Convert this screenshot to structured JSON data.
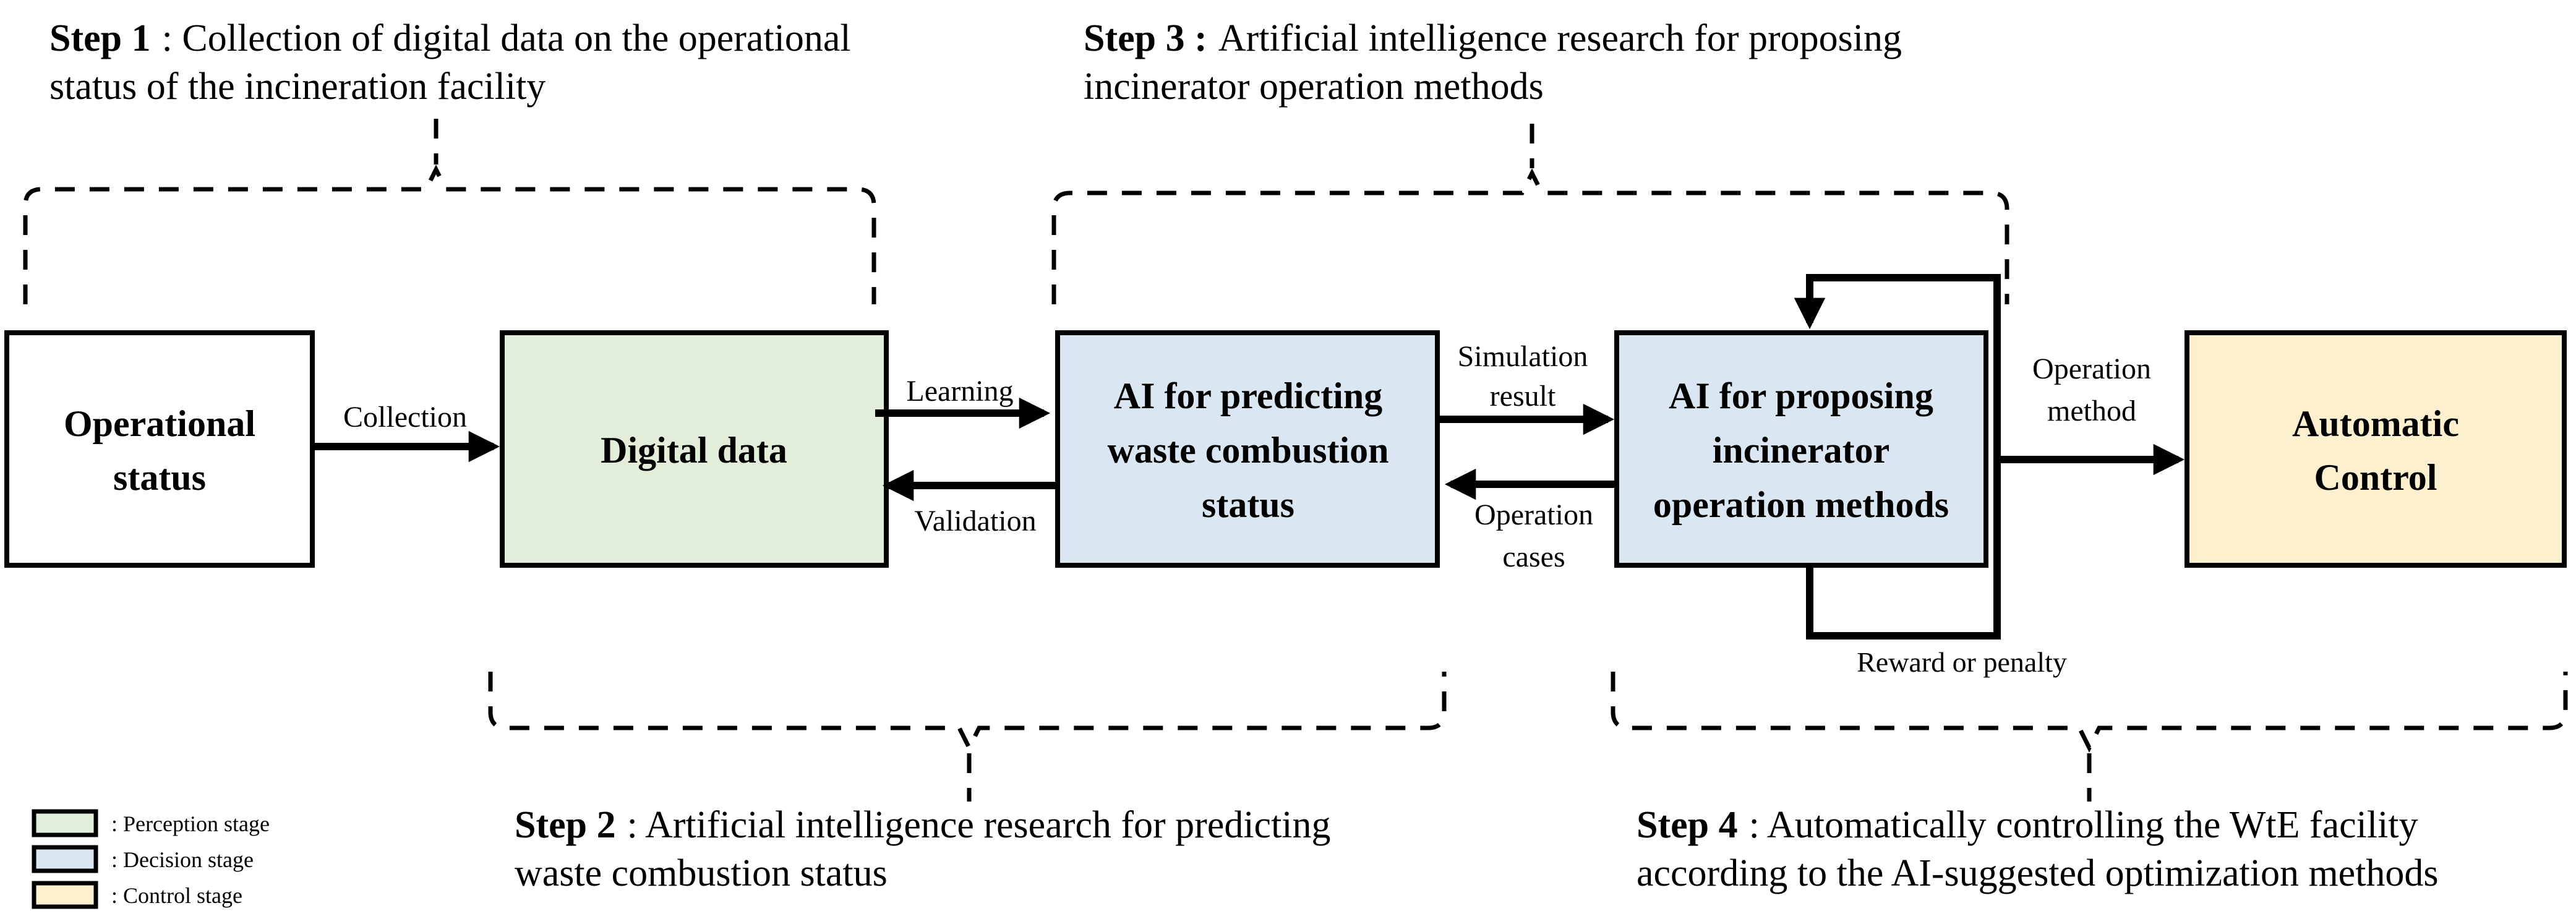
{
  "steps": {
    "step1": {
      "title": "Step 1",
      "line1": ": Collection of digital data on the operational",
      "line2": "status of the incineration facility"
    },
    "step2": {
      "title": "Step 2",
      "line1": ": Artificial intelligence research for predicting",
      "line2": "waste combustion status"
    },
    "step3": {
      "title": "Step 3 :",
      "line1": "Artificial intelligence research for proposing",
      "line2": "incinerator operation methods"
    },
    "step4": {
      "title": "Step 4",
      "line1": ": Automatically controlling the WtE facility",
      "line2": "according to the AI-suggested optimization methods"
    }
  },
  "boxes": {
    "operational_status": {
      "line1": "Operational",
      "line2": "status"
    },
    "digital_data": {
      "line1": "Digital data"
    },
    "ai_predicting": {
      "line1": "AI for predicting",
      "line2": "waste combustion",
      "line3": "status"
    },
    "ai_proposing": {
      "line1": "AI for proposing",
      "line2": "incinerator",
      "line3": "operation methods"
    },
    "automatic_control": {
      "line1": "Automatic",
      "line2": "Control"
    }
  },
  "arrows": {
    "collection": {
      "label": "Collection"
    },
    "learning": {
      "label": "Learning"
    },
    "validation": {
      "label": "Validation"
    },
    "simulation_result": {
      "line1": "Simulation",
      "line2": "result"
    },
    "operation_cases": {
      "line1": "Operation",
      "line2": "cases"
    },
    "operation_method": {
      "line1": "Operation",
      "line2": "method"
    },
    "reward_or_penalty": {
      "label": "Reward or penalty"
    }
  },
  "legend": {
    "items": [
      {
        "label": ": Perception stage",
        "color": "#e2eeda"
      },
      {
        "label": ": Decision stage",
        "color": "#dbe6f3"
      },
      {
        "label": ": Control stage",
        "color": "#fcf0ce"
      }
    ]
  },
  "colors": {
    "perception": "#e2eeda",
    "decision": "#dbe6f3",
    "control": "#fcf0ce",
    "plain": "#ffffff",
    "line": "#000000"
  }
}
